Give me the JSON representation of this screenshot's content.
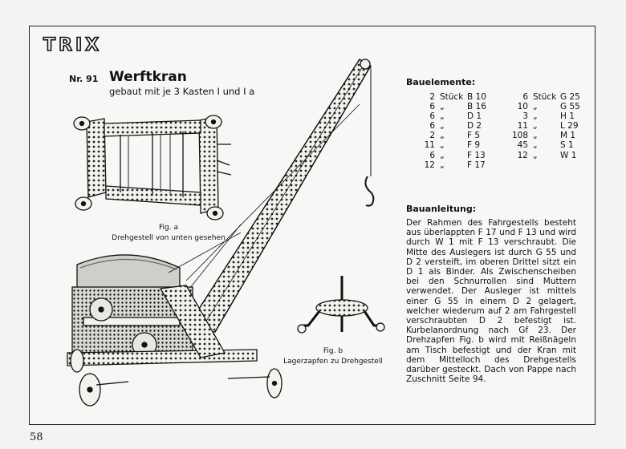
{
  "brand": "TRIX",
  "model": {
    "number": "Nr. 91",
    "title": "Werftkran",
    "subtitle": "gebaut mit je 3 Kasten I und I a"
  },
  "figures": {
    "fig_a": {
      "label": "Fig. a",
      "caption": "Drehgestell von unten gesehen"
    },
    "fig_b": {
      "label": "Fig. b",
      "caption": "Lagerzapfen zu Drehgestell"
    }
  },
  "parts_title": "Bauelemente:",
  "parts": [
    {
      "qty": "2",
      "unit": "Stück",
      "code": "B 10",
      "qty2": "6",
      "unit2": "Stück",
      "code2": "G 25"
    },
    {
      "qty": "6",
      "unit": "„",
      "code": "B 16",
      "qty2": "10",
      "unit2": "„",
      "code2": "G 55"
    },
    {
      "qty": "6",
      "unit": "„",
      "code": "D 1",
      "qty2": "3",
      "unit2": "„",
      "code2": "H 1"
    },
    {
      "qty": "6",
      "unit": "„",
      "code": "D 2",
      "qty2": "11",
      "unit2": "„",
      "code2": "L 29"
    },
    {
      "qty": "2",
      "unit": "„",
      "code": "F 5",
      "qty2": "108",
      "unit2": "„",
      "code2": "M 1"
    },
    {
      "qty": "11",
      "unit": "„",
      "code": "F 9",
      "qty2": "45",
      "unit2": "„",
      "code2": "S 1"
    },
    {
      "qty": "6",
      "unit": "„",
      "code": "F 13",
      "qty2": "12",
      "unit2": "„",
      "code2": "W 1"
    },
    {
      "qty": "12",
      "unit": "„",
      "code": "F 17",
      "qty2": "",
      "unit2": "",
      "code2": ""
    }
  ],
  "instructions_title": "Bauanleitung:",
  "instructions": "Der Rahmen des Fahrgestells besteht aus überlappten F 17 und F 13 und wird durch W 1 mit F 13 verschraubt. Die Mitte des Auslegers ist durch G 55 und D 2 versteift, im oberen Drittel sitzt ein D 1 als Binder. Als Zwischenscheiben bei den Schnurrollen sind Muttern verwendet. Der Ausleger ist mittels einer G 55 in einem D 2 gelagert, welcher wiederum auf 2 am Fahrgestell verschraubten D 2 befestigt ist. Kurbelanordnung nach Gf 23. Der Drehzapfen Fig. b wird mit Reißnägeln am Tisch befestigt und der Kran mit dem Mittelloch des Drehgestells darüber gesteckt. Dach von Pappe nach Zuschnitt Seite 94.",
  "page_number": "58"
}
